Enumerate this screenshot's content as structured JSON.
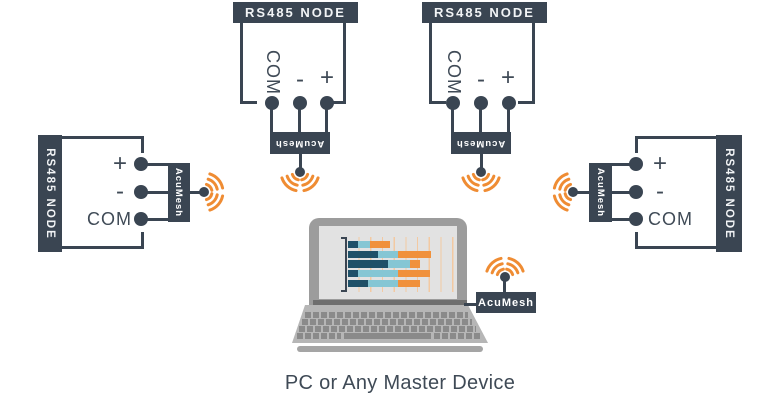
{
  "diagram": {
    "rs485_node_label": "RS485 NODE",
    "acumesh_label": "AcuMesh",
    "caption": "PC or Any Master Device",
    "side_terminals": [
      "+",
      "-",
      "COM"
    ],
    "top_terminals": [
      "COM",
      "-",
      "+"
    ]
  },
  "colors": {
    "slate": "#3A4552",
    "label_text": "#3F4A56",
    "wireless_orange": "#EF8C33",
    "chart_navy": "#1E5068",
    "chart_teal": "#85C6D4",
    "chart_orange": "#F0913C",
    "chart_grid": "#F3C9A2",
    "laptop_bezel": "#9C9C9C",
    "laptop_screen": "#E2E2E2",
    "laptop_deck": "#B6B6B6",
    "laptop_keys": "#8A8A8A"
  },
  "laptop_chart": {
    "type": "bar",
    "orientation": "horizontal-stacked",
    "segment_order": [
      "navy",
      "teal",
      "orange"
    ],
    "rows": [
      [
        10,
        12,
        20
      ],
      [
        30,
        20,
        33
      ],
      [
        40,
        22,
        10
      ],
      [
        10,
        40,
        32
      ],
      [
        20,
        30,
        22
      ]
    ]
  }
}
